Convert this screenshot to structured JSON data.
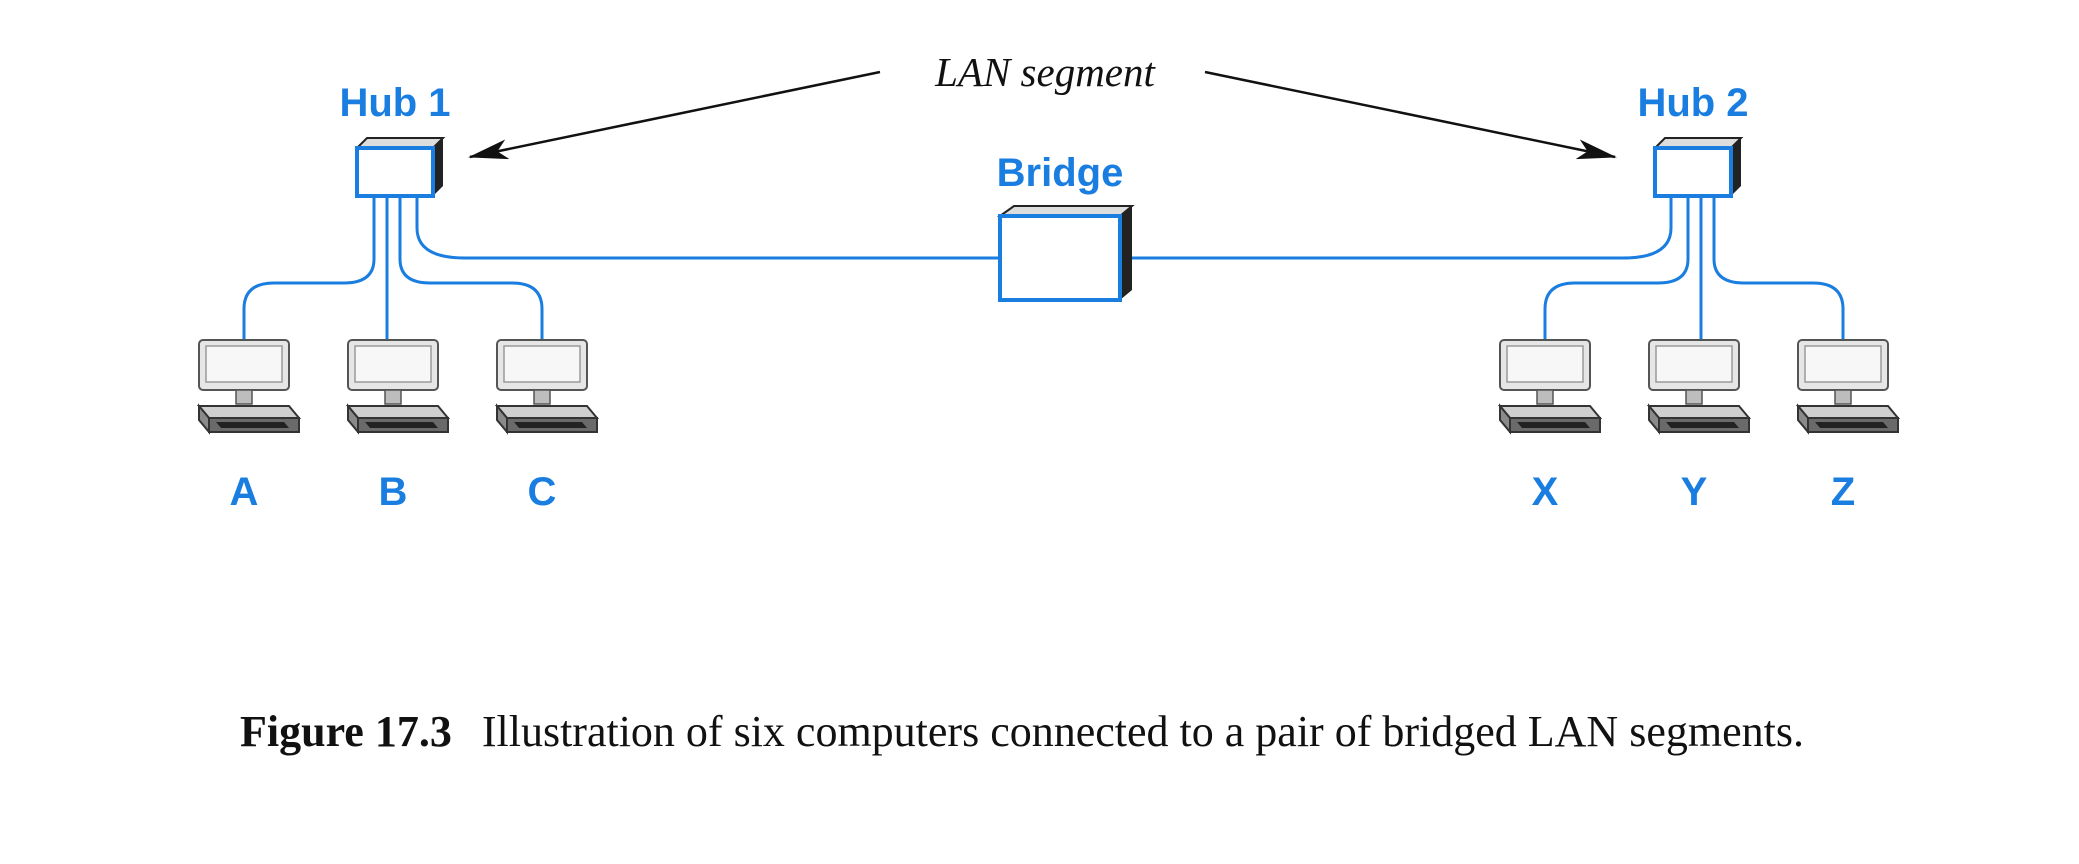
{
  "diagram": {
    "annotation": "LAN segment",
    "bridge": {
      "label": "Bridge"
    },
    "hubs": [
      {
        "id": "hub1",
        "label": "Hub 1"
      },
      {
        "id": "hub2",
        "label": "Hub 2"
      }
    ],
    "computers": [
      {
        "id": "A",
        "label": "A",
        "hub": "hub1"
      },
      {
        "id": "B",
        "label": "B",
        "hub": "hub1"
      },
      {
        "id": "C",
        "label": "C",
        "hub": "hub1"
      },
      {
        "id": "X",
        "label": "X",
        "hub": "hub2"
      },
      {
        "id": "Y",
        "label": "Y",
        "hub": "hub2"
      },
      {
        "id": "Z",
        "label": "Z",
        "hub": "hub2"
      }
    ],
    "colors": {
      "accent": "#1a7de0",
      "text": "#111111",
      "monitor_gray": "#c8c8c8",
      "monitor_dark": "#555555"
    }
  },
  "caption": {
    "number": "Figure 17.3",
    "text": "Illustration of six computers connected to a pair of bridged LAN segments."
  }
}
